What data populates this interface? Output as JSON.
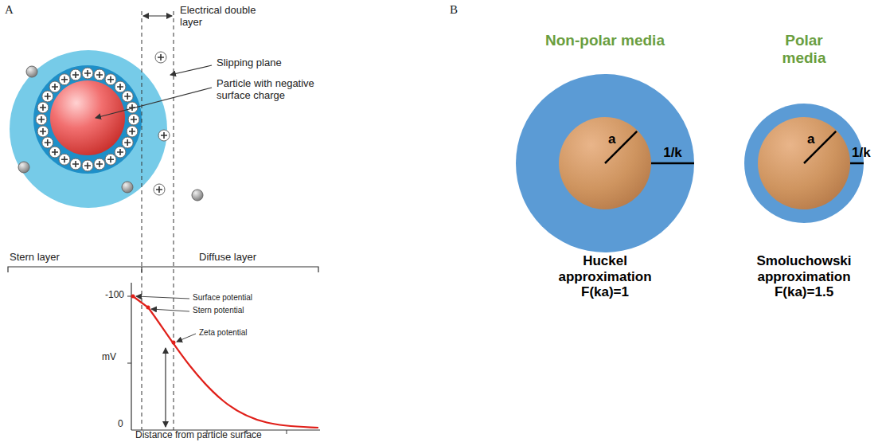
{
  "diagram": {
    "nodes": [
      {
        "text": [
          "1/k"
        ]
      },
      {
        "text": [
          "a"
        ],
        "in": 0
      },
      {
        "text": [
          "1/k"
        ]
      },
      {
        "text": [
          "a"
        ],
        "in": 2
      }
    ],
    "labels": [
      "A",
      "Electrical double layer",
      "Slipping plane",
      "Particle with negative surface charge",
      "Stern layer",
      "Diffuse layer",
      "-100",
      "mV",
      "0",
      "Surface potential",
      "Stern potential",
      "Zeta potential",
      "Distance from particle surface",
      "B",
      "Non-polar media",
      "Polar media",
      "Huckel approximation F(ka)=1",
      "Smoluchowski approximation F(ka)=1.5"
    ]
  }
}
